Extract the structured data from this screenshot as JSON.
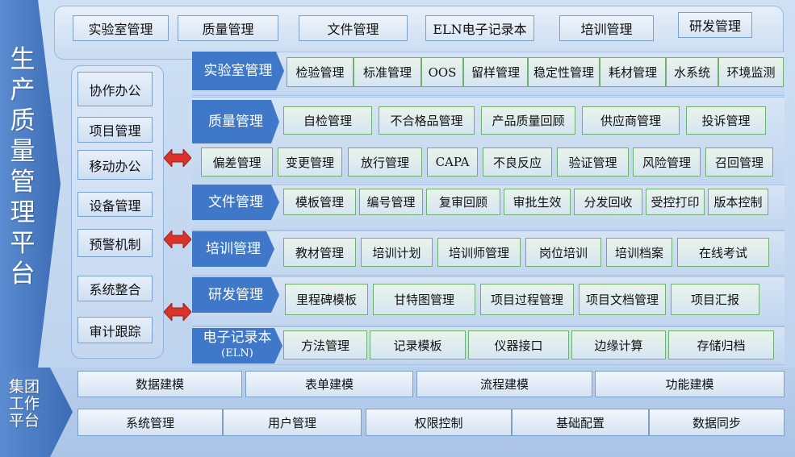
{
  "side_title": [
    "生",
    "产",
    "质",
    "量",
    "管",
    "理",
    "平",
    "台"
  ],
  "top_modules": [
    "实验室管理",
    "质量管理",
    "文件管理",
    "ELN电子记录本",
    "培训管理",
    "研发管理"
  ],
  "left_items": [
    "协作办公",
    "项目管理",
    "移动办公",
    "设备管理",
    "预警机制",
    "系统整合",
    "审计跟踪"
  ],
  "categories": {
    "lab": {
      "label": "实验室管理",
      "items": [
        "检验管理",
        "标准管理",
        "OOS",
        "留样管理",
        "稳定性管理",
        "耗材管理",
        "水系统",
        "环境监测"
      ]
    },
    "quality": {
      "label": "质量管理",
      "row1": [
        "自检管理",
        "不合格品管理",
        "产品质量回顾",
        "供应商管理",
        "投诉管理"
      ],
      "row2": [
        "偏差管理",
        "变更管理",
        "放行管理",
        "CAPA",
        "不良反应",
        "验证管理",
        "风险管理",
        "召回管理"
      ]
    },
    "doc": {
      "label": "文件管理",
      "items": [
        "模板管理",
        "编号管理",
        "复审回顾",
        "审批生效",
        "分发回收",
        "受控打印",
        "版本控制"
      ]
    },
    "train": {
      "label": "培训管理",
      "items": [
        "教材管理",
        "培训计划",
        "培训师管理",
        "岗位培训",
        "培训档案",
        "在线考试"
      ]
    },
    "rd": {
      "label": "研发管理",
      "items": [
        "里程碑模板",
        "甘特图管理",
        "项目过程管理",
        "项目文档管理",
        "项目汇报"
      ]
    },
    "eln": {
      "label_line1": "电子记录本",
      "label_line2": "(ELN)",
      "items": [
        "方法管理",
        "记录模板",
        "仪器接口",
        "边缘计算",
        "存储归档"
      ]
    }
  },
  "bottom_title": [
    "集团",
    "工作",
    "平台"
  ],
  "bottom_row1": [
    "数据建模",
    "表单建模",
    "流程建模",
    "功能建模"
  ],
  "bottom_row2": [
    "系统管理",
    "用户管理",
    "权限控制",
    "基础配置",
    "数据同步"
  ],
  "colors": {
    "category_blue": "#3f78c8",
    "arrow_red": "#d9342b",
    "frame_blue": "#4f7fc0"
  }
}
